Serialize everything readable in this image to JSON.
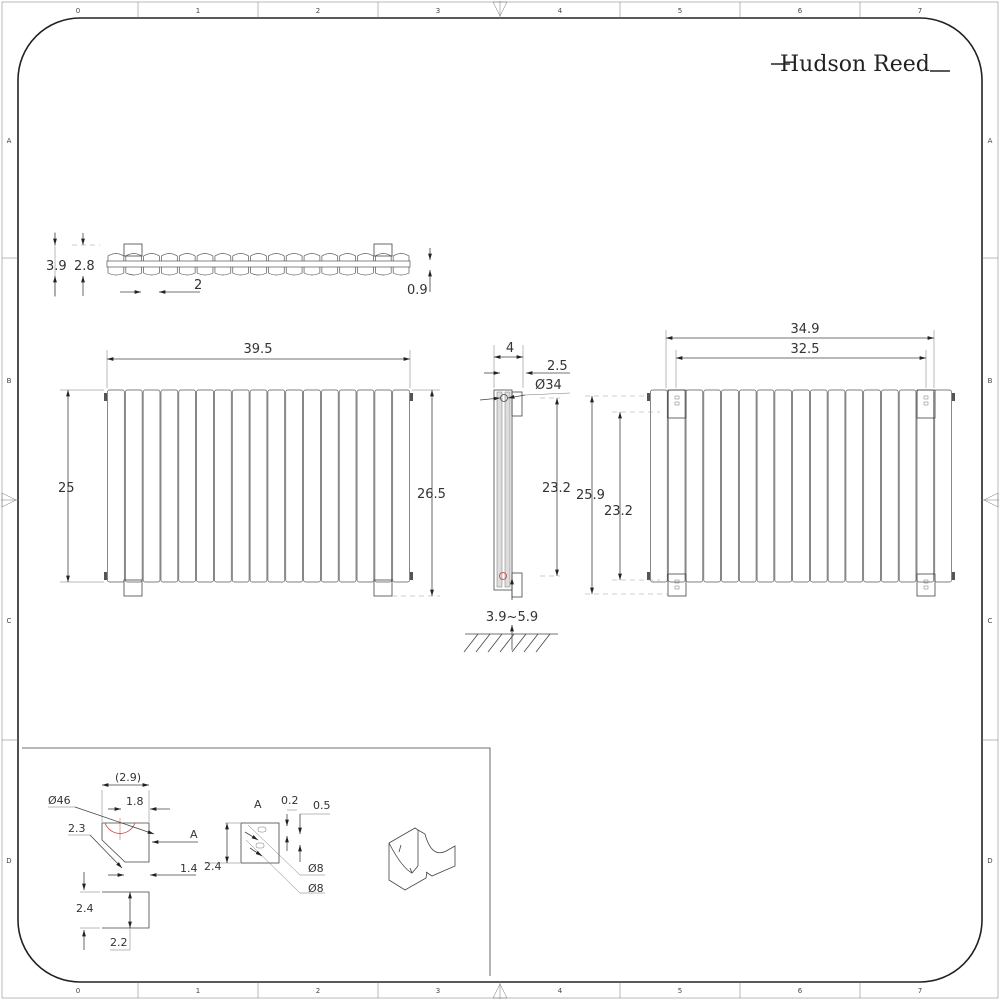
{
  "title_block": {
    "logo": "Hudson Reed"
  },
  "grid": {
    "columns": [
      "0",
      "1",
      "2",
      "3",
      "4",
      "5",
      "6",
      "7"
    ],
    "rows": [
      "A",
      "B",
      "C",
      "D"
    ]
  },
  "top_view": {
    "dims": {
      "overall_depth": "3.9",
      "tube_depth": "2.8",
      "tube_pitch": "2",
      "offset": "0.9"
    }
  },
  "front_view": {
    "dims": {
      "width": "39.5",
      "height": "25",
      "height_with_brackets": "26.5"
    }
  },
  "side_view": {
    "dims": {
      "depth": "4",
      "wall_gap": "2.5",
      "pipe_diameter": "Ø34",
      "centres": "23.2",
      "floor_clearance": "3.9~5.9"
    }
  },
  "rear_view": {
    "dims": {
      "overall_width": "34.9",
      "bracket_centres": "32.5",
      "overall_height": "25.9",
      "bracket_height": "23.2"
    }
  },
  "bracket_detail": {
    "dims": {
      "width_ref": "(2.9)",
      "hole_offset": "1.8",
      "arc_diameter": "Ø46",
      "chamfer": "2.3",
      "section_mark": "A",
      "base": "1.4",
      "height": "2.4",
      "bend_height": "2.4",
      "bend_width": "2.2"
    },
    "section": {
      "label": "A",
      "slot_width": "0.2",
      "slot_offset": "0.5",
      "height": "2.4",
      "hole_1": "Ø8",
      "hole_2": "Ø8"
    }
  }
}
